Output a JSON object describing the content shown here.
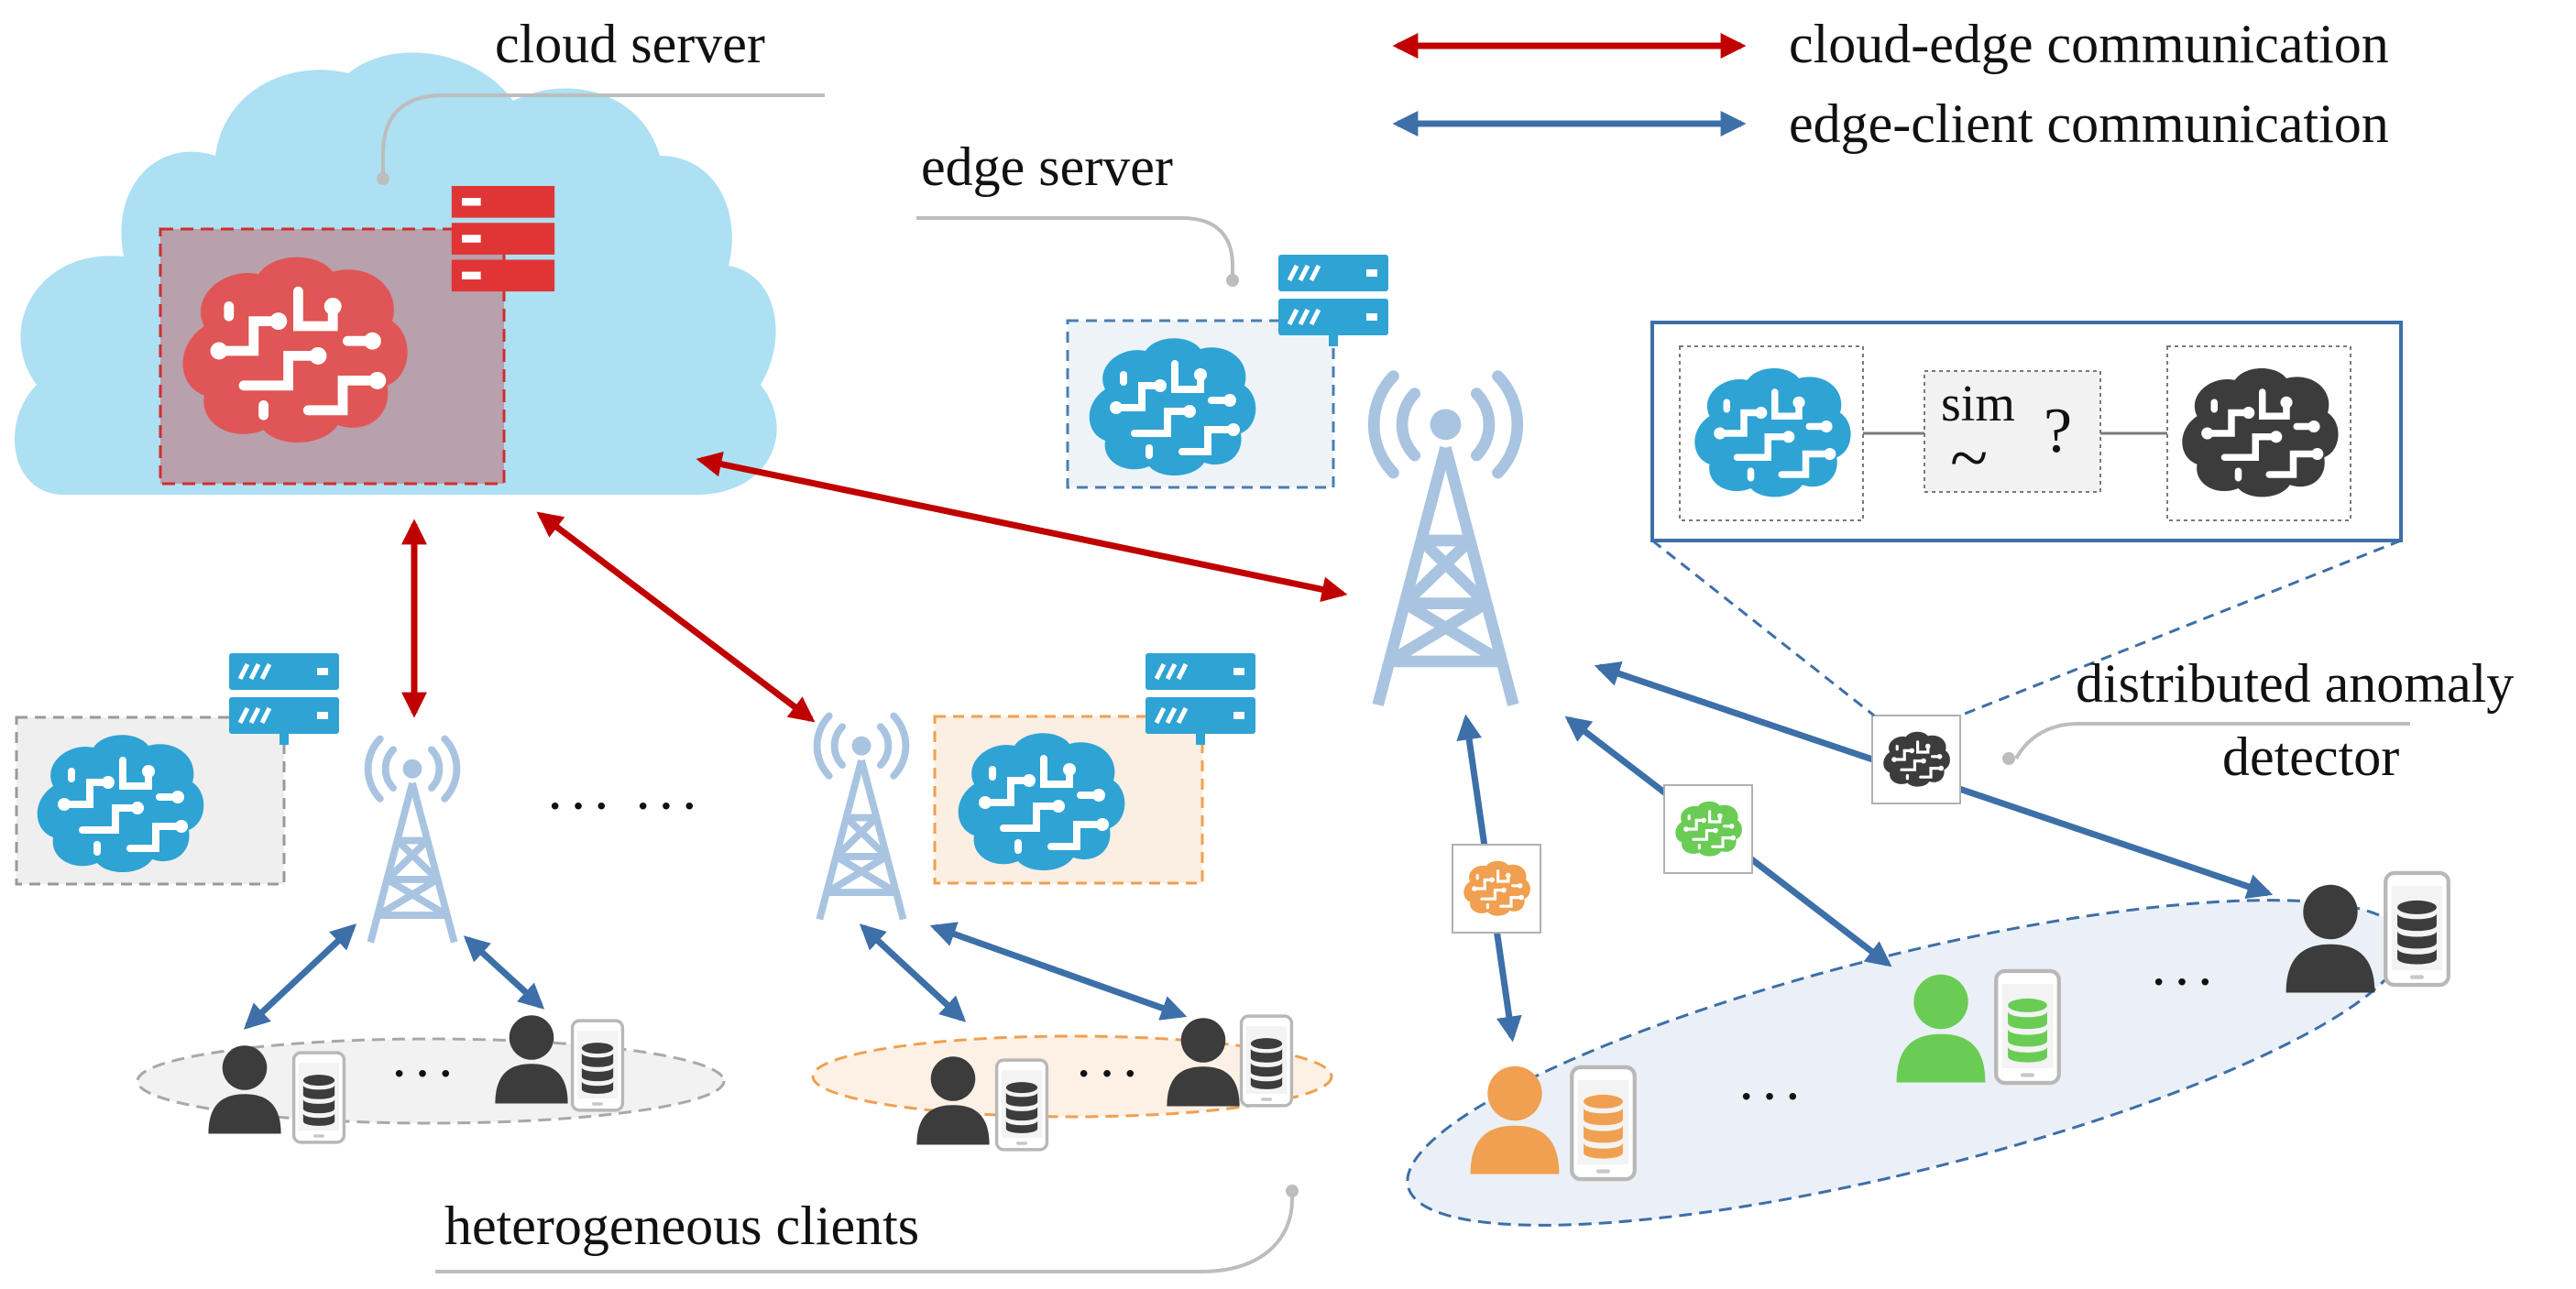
{
  "labels": {
    "cloud_server": "cloud server",
    "edge_server": "edge server",
    "legend_cloud_edge": "cloud-edge communication",
    "legend_edge_client": "edge-client communication",
    "anomaly_line1": "distributed anomaly",
    "anomaly_line2": "detector",
    "heterogeneous_clients": "heterogeneous clients",
    "sim": "sim",
    "sim_symbol": "~",
    "question": "?"
  },
  "ellipsis": {
    "towers": "··· ···",
    "group1": "···",
    "group2": "···",
    "group3a": "···",
    "group3b": "···"
  },
  "colors": {
    "cloud_edge_arrow": "#c00000",
    "edge_client_arrow": "#3d6fa8",
    "cloud_fill": "#ade0f3",
    "cloud_brain": "#e05555",
    "server_red": "#e03535",
    "server_blue": "#2fa3d4",
    "brain_blue": "#2fa3d4",
    "brain_orange": "#f0a050",
    "brain_green": "#6acc55",
    "brain_dark": "#3c3c3c",
    "person_dark": "#3c3c3c",
    "person_orange": "#f0a050",
    "person_green": "#6acc55",
    "tower": "#a9c4e0"
  },
  "icons": [
    "cloud-icon",
    "server-icon",
    "brain-icon",
    "tower-icon",
    "person-icon",
    "phone-database-icon"
  ]
}
